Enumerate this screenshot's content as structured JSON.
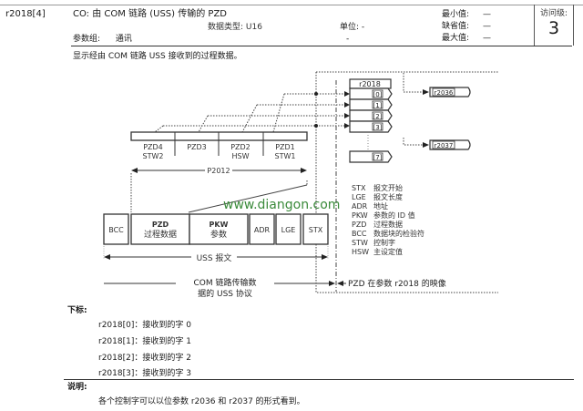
{
  "header": {
    "param_id": "r2018[4]",
    "title": "CO: 由 COM 链路 (USS) 传输的 PZD",
    "data_type_label": "数据类型:",
    "data_type_value": "U16",
    "param_group_label": "参数组:",
    "param_group_value": "通讯",
    "unit_label": "单位: -",
    "unit_extra": "-",
    "min_label": "最小值:",
    "min_value": "—",
    "default_label": "缺省值:",
    "default_value": "—",
    "max_label": "最大值:",
    "max_value": "—",
    "access_label": "访问级:",
    "access_value": "3"
  },
  "description": "显示经由 COM 链路 USS 接收到的过程数据。",
  "diagram": {
    "r2018_box": {
      "title": "r2018",
      "slots": [
        "[0]",
        "[1]",
        "[2]",
        "[3]",
        "[7]"
      ]
    },
    "outputs": [
      "r2036",
      "r2037"
    ],
    "pzd_fields": [
      {
        "top": "PZD4",
        "bottom": "STW2"
      },
      {
        "top": "PZD3",
        "bottom": ""
      },
      {
        "top": "PZD2",
        "bottom": "HSW"
      },
      {
        "top": "PZD1",
        "bottom": "STW1"
      }
    ],
    "p2012_label": "P2012",
    "telegram_fields": [
      {
        "top": "BCC",
        "bottom": ""
      },
      {
        "top": "PZD",
        "bottom": "过程数据"
      },
      {
        "top": "PKW",
        "bottom": "参数"
      },
      {
        "top": "ADR",
        "bottom": ""
      },
      {
        "top": "LGE",
        "bottom": ""
      },
      {
        "top": "STX",
        "bottom": ""
      }
    ],
    "uss_telegram_label": "USS 报文",
    "com_label_line1": "COM 链路传输数",
    "com_label_line2": "据的 USS 协议",
    "pzd_image_label": "PZD 在参数 r2018 的映像",
    "watermark": "www.diangon.com",
    "legend": [
      {
        "abbr": "STX",
        "desc": "报文开始"
      },
      {
        "abbr": "LGE",
        "desc": "报文长度"
      },
      {
        "abbr": "ADR",
        "desc": "地址"
      },
      {
        "abbr": "PKW",
        "desc": "参数的 ID 值"
      },
      {
        "abbr": "PZD",
        "desc": "过程数据"
      },
      {
        "abbr": "BCC",
        "desc": "数据块的检验符"
      },
      {
        "abbr": "STW",
        "desc": "控制字"
      },
      {
        "abbr": "HSW",
        "desc": "主设定值"
      }
    ]
  },
  "index": {
    "label": "下标:",
    "items": [
      "r2018[0]：接收到的字 0",
      "r2018[1]：接收到的字 1",
      "r2018[2]：接收到的字 2",
      "r2018[3]：接收到的字 3"
    ]
  },
  "note": {
    "label": "说明:",
    "text": "各个控制字可以以位参数 r2036 和 r2037 的形式看到。"
  }
}
